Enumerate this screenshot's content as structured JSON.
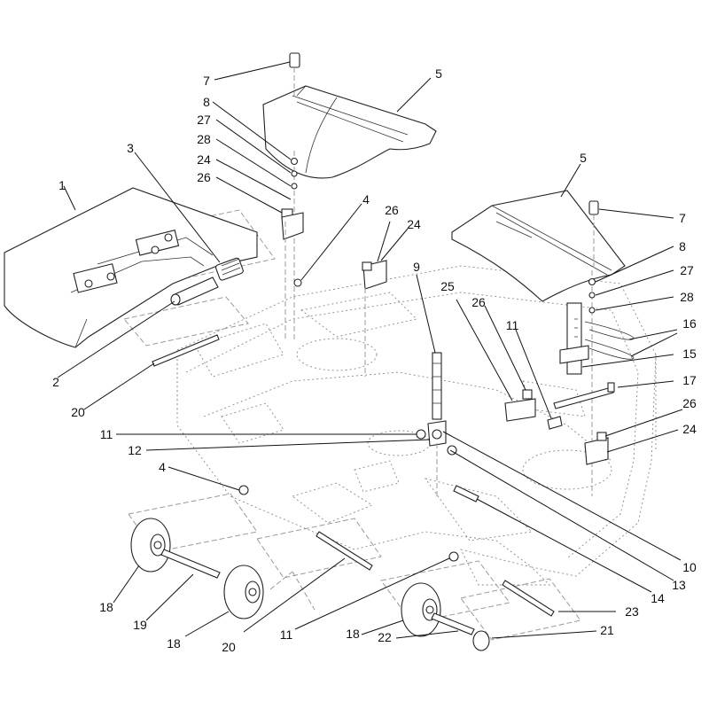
{
  "callouts": [
    {
      "id": "c7a",
      "text": "7"
    },
    {
      "id": "c5a",
      "text": "5"
    },
    {
      "id": "c8a",
      "text": "8"
    },
    {
      "id": "c27a",
      "text": "27"
    },
    {
      "id": "c28a",
      "text": "28"
    },
    {
      "id": "c24a",
      "text": "24"
    },
    {
      "id": "c26a",
      "text": "26"
    },
    {
      "id": "c3",
      "text": "3"
    },
    {
      "id": "c1",
      "text": "1"
    },
    {
      "id": "c4a",
      "text": "4"
    },
    {
      "id": "c26b",
      "text": "26"
    },
    {
      "id": "c24b",
      "text": "24"
    },
    {
      "id": "c5b",
      "text": "5"
    },
    {
      "id": "c7b",
      "text": "7"
    },
    {
      "id": "c8b",
      "text": "8"
    },
    {
      "id": "c27b",
      "text": "27"
    },
    {
      "id": "c28b",
      "text": "28"
    },
    {
      "id": "c9",
      "text": "9"
    },
    {
      "id": "c25",
      "text": "25"
    },
    {
      "id": "c26c",
      "text": "26"
    },
    {
      "id": "c11a",
      "text": "11"
    },
    {
      "id": "c16",
      "text": "16"
    },
    {
      "id": "c15",
      "text": "15"
    },
    {
      "id": "c17",
      "text": "17"
    },
    {
      "id": "c26d",
      "text": "26"
    },
    {
      "id": "c24c",
      "text": "24"
    },
    {
      "id": "c2",
      "text": "2"
    },
    {
      "id": "c20a",
      "text": "20"
    },
    {
      "id": "c11b",
      "text": "11"
    },
    {
      "id": "c12",
      "text": "12"
    },
    {
      "id": "c4b",
      "text": "4"
    },
    {
      "id": "c10",
      "text": "10"
    },
    {
      "id": "c13",
      "text": "13"
    },
    {
      "id": "c14",
      "text": "14"
    },
    {
      "id": "c23",
      "text": "23"
    },
    {
      "id": "c21",
      "text": "21"
    },
    {
      "id": "c22",
      "text": "22"
    },
    {
      "id": "c18a",
      "text": "18"
    },
    {
      "id": "c19",
      "text": "19"
    },
    {
      "id": "c18b",
      "text": "18"
    },
    {
      "id": "c20b",
      "text": "20"
    },
    {
      "id": "c11c",
      "text": "11"
    },
    {
      "id": "c18c",
      "text": "18"
    }
  ]
}
